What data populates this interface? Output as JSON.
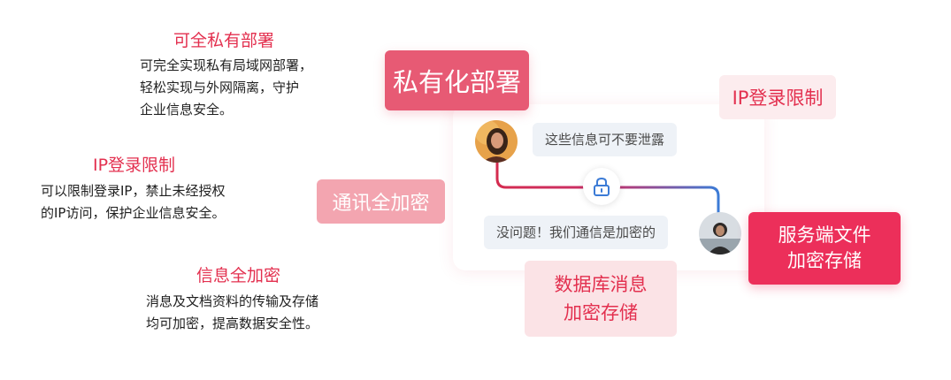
{
  "features": [
    {
      "title": "可全私有部署",
      "desc": "可完全实现私有局域网部署，\n轻松实现与外网隔离，守护\n企业信息安全。"
    },
    {
      "title": "IP登录限制",
      "desc": "可以限制登录IP，禁止未经授权\n的IP访问，保护企业信息安全。"
    },
    {
      "title": "信息全加密",
      "desc": "消息及文档资料的传输及存储\n均可加密，提高数据安全性。"
    }
  ],
  "tags": {
    "private_deploy": "私有化部署",
    "ip_limit": "IP登录限制",
    "comm_encrypt": "通讯全加密",
    "server_storage": "服务端文件\n加密存储",
    "db_storage": "数据库消息\n加密存储"
  },
  "chat": {
    "message_1": "这些信息可不要泄露",
    "message_2": "没问题！我们通信是加密的"
  },
  "colors": {
    "accent": "#e3304f",
    "tag_strong": "#ec2f5a",
    "tag_medium": "#e75a74",
    "tag_soft": "#f3a5b0",
    "tag_light": "#fcecee",
    "line_red": "#d42b4f",
    "line_blue": "#3b7bd6"
  }
}
